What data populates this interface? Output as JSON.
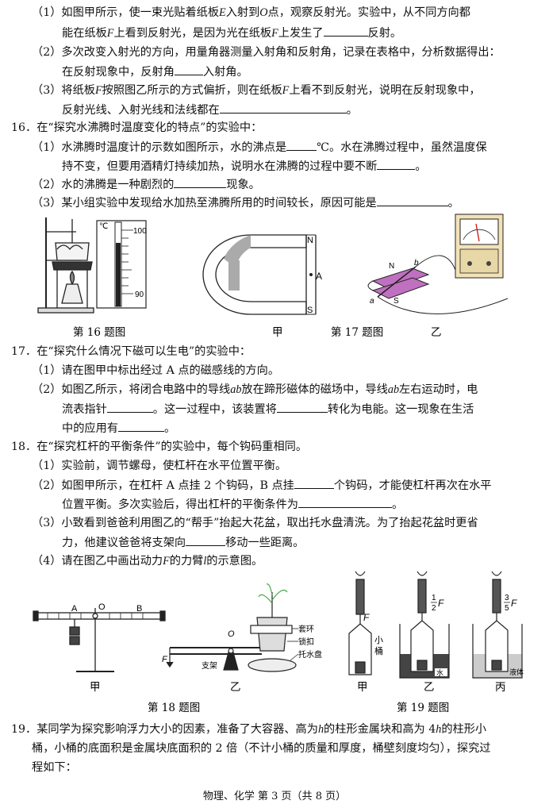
{
  "page": {
    "footer": "物理、化学  第 3 页（共 8 页）"
  },
  "q15": {
    "p1_a": "（1）如图甲所示，使一束光贴着纸板",
    "p1_E": "E",
    "p1_b": "入射到",
    "p1_O": "O",
    "p1_c": "点，观察反射光。实验中，从不同方向都",
    "p1_d": "能在纸板",
    "p1_F": "F",
    "p1_e": "上看到反射光，是因为光在纸板",
    "p1_F2": "F",
    "p1_f": "上发生了",
    "p1_g": "反射。",
    "p2_a": "（2）多次改变入射光的方向，用量角器测量入射角和反射角，记录在表格中，分析数据得出：",
    "p2_b": "在反射现象中，反射角",
    "p2_c": "入射角。",
    "p3_a": "（3）将纸板",
    "p3_F": "F",
    "p3_b": "按照图乙所示的方式偏折，则在纸板",
    "p3_F2": "F",
    "p3_c": "上看不到反射光，说明在反射现象中，",
    "p3_d": "反射光线、入射光线和法线都在",
    "p3_e": "。"
  },
  "q16": {
    "title": "16．在“探究水沸腾时温度变化的特点”的实验中：",
    "p1_a": "（1）水沸腾时温度计的示数如图所示，水的沸点是",
    "p1_b": "℃。水在沸腾过程中，虽然温度保",
    "p1_c": "持不变，但要用酒精灯持续加热，说明水在沸腾的过程中要不断",
    "p1_d": "。",
    "p2_a": "（2）水的沸腾是一种剧烈的",
    "p2_b": "现象。",
    "p3_a": "（3）某小组实验中发现给水加热至沸腾所用的时间较长，原因可能是",
    "p3_b": "。",
    "thermo_unit": "℃",
    "thermo_top": "100",
    "thermo_bottom": "90",
    "cap16": "第 16 题图"
  },
  "q17fig": {
    "N": "N",
    "S": "S",
    "A": "A",
    "jia": "甲",
    "cap": "第 17 题图",
    "yi": "乙",
    "a": "a",
    "b": "b",
    "N2": "N",
    "S2": "S"
  },
  "q17": {
    "title": "17．在“探究什么情况下磁可以生电”的实验中：",
    "p1": "（1）请在图甲中标出经过 A 点的磁感线的方向。",
    "p2_a": "（2）如图乙所示，将闭合电路中的导线",
    "p2_ab": "ab",
    "p2_b": "放在蹄形磁体的磁场中，导线",
    "p2_ab2": "ab",
    "p2_c": "左右运动时，电",
    "p2_d": "流表指针",
    "p2_e": "。这一过程中，该装置将",
    "p2_f": "转化为电能。这一现象在生活",
    "p2_g": "中的应用有",
    "p2_h": "。"
  },
  "q18": {
    "title": "18．在“探究杠杆的平衡条件”的实验中，每个钩码重相同。",
    "p1": "（1）实验前，调节螺母，使杠杆在水平位置平衡。",
    "p2_a": "（2）如图甲所示，在杠杆 A 点挂 2 个钩码，B 点挂",
    "p2_b": "个钩码，才能使杠杆再次在水平",
    "p2_c": "位置平衡。多次实验后，得出杠杆的平衡条件为",
    "p2_d": "。",
    "p3_a": "（3）小致看到爸爸利用图乙的“帮手”抬起大花盆，取出托水盘清洗。为了抬起花盆时更省",
    "p3_b": "力，他建议爸爸将支架向",
    "p3_c": "移动一些距离。",
    "p4_a": "（4）请在图乙中画出动力",
    "p4_F": "F",
    "p4_b": "的力臂",
    "p4_l": "l",
    "p4_c": "的示意图。"
  },
  "fig18": {
    "A": "A",
    "O": "O",
    "B": "B",
    "jia": "甲",
    "O2": "O",
    "F": "F",
    "zhijia": "支架",
    "taohuan": "套环",
    "suokou": "锁扣",
    "tuoshuipan": "托水盘",
    "yi": "乙",
    "cap": "第 18 题图"
  },
  "fig19": {
    "F": "F",
    "xiaotong": "小",
    "xiaotong2": "桶",
    "half_num": "1",
    "half_den": "2",
    "F2": "F",
    "three_num": "3",
    "three_den": "5",
    "F3": "F",
    "shui": "水",
    "yeti": "液体",
    "jia": "甲",
    "yi": "乙",
    "bing": "丙",
    "cap": "第 19 题图"
  },
  "q19": {
    "a": "19．某同学为探究影响浮力大小的因素，准备了大容器、高为",
    "h": "h",
    "b": "的柱形金属块和高为 4",
    "h2": "h",
    "c": "的柱形小",
    "d": "桶，小桶的底面积是金属块底面积的 2 倍（不计小桶的质量和厚度，桶壁刻度均匀），探究过",
    "e": "程如下："
  }
}
